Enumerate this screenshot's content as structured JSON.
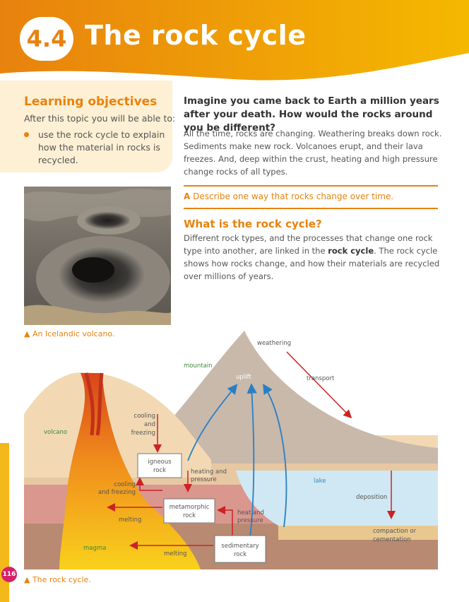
{
  "header": {
    "number": "4.4",
    "title": "The rock cycle"
  },
  "learning_objectives": {
    "title": "Learning objectives",
    "subtitle": "After this topic you will be able to:",
    "items": [
      "use the rock cycle to explain how the material in rocks is recycled."
    ]
  },
  "intro": "Imagine you came back to Earth a million years after your death. How would the rocks around you be different?",
  "paragraph1": "All the time, rocks are changing. Weathering breaks down rock. Sediments make new rock. Volcanoes erupt, and their lava freezes. And, deep within the crust, heating and high pressure change rocks of all types.",
  "question": {
    "letter": "A",
    "text": "Describe one way that rocks change over time."
  },
  "section": {
    "heading": "What is the rock cycle?",
    "text_before": "Different rock types, and the processes that change one rock type into another, are linked in the ",
    "bold": "rock cycle",
    "text_after": ". The rock cycle shows how rocks change, and how their materials are recycled over millions of years."
  },
  "photo_caption": "▲ An Icelandic volcano.",
  "diagram": {
    "caption": "▲ The rock cycle.",
    "labels": {
      "weathering": "weathering",
      "transport": "transport",
      "mountain": "mountain",
      "uplift": "uplift",
      "volcano": "volcano",
      "cooling1": "cooling",
      "and1": "and",
      "freezing1": "freezing",
      "igneous1": "igneous",
      "igneous2": "rock",
      "heating1": "heating and",
      "heating2": "pressure",
      "lake": "lake",
      "deposition": "deposition",
      "cooling2a": "cooling",
      "cooling2b": "and freezing",
      "metamorphic1": "metamorphic",
      "metamorphic2": "rock",
      "heat1": "heat and",
      "heat2": "pressure",
      "melting1": "melting",
      "compaction1": "compaction or",
      "compaction2": "cementation",
      "magma": "magma",
      "melting2": "melting",
      "sedimentary1": "sedimentary",
      "sedimentary2": "rock"
    }
  },
  "page_number": "116",
  "colors": {
    "accent": "#e8820e",
    "header_gradient_start": "#e8820e",
    "header_gradient_end": "#f5b800",
    "page_badge": "#d6206a"
  }
}
